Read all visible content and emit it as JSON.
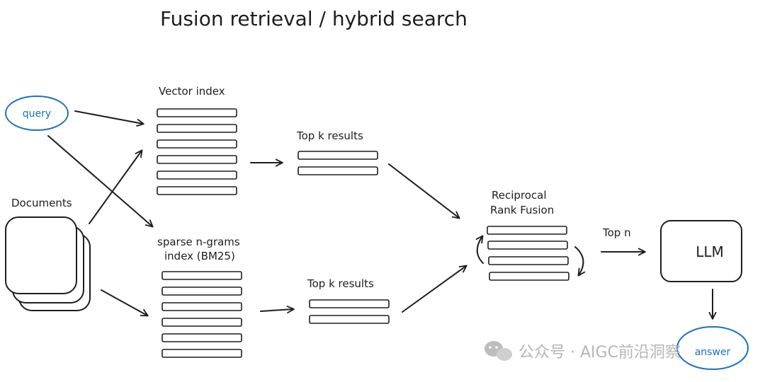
{
  "title": "Fusion retrieval / hybrid search",
  "nodes": {
    "query": "query",
    "documents": "Documents",
    "vector_index": "Vector index",
    "sparse_index": [
      "sparse n-grams",
      "index (BM25)"
    ],
    "top_k_vector": "Top k results",
    "top_k_sparse": "Top k results",
    "fusion": [
      "Reciprocal",
      "Rank Fusion"
    ],
    "top_n": "Top n",
    "llm": "LLM",
    "answer": "answer"
  },
  "watermark": "公众号 · AIGC前沿洞察",
  "colors": {
    "ink": "#1e1e1e",
    "accent_blue": "#1971c2",
    "watermark": "#b5b5b5"
  }
}
